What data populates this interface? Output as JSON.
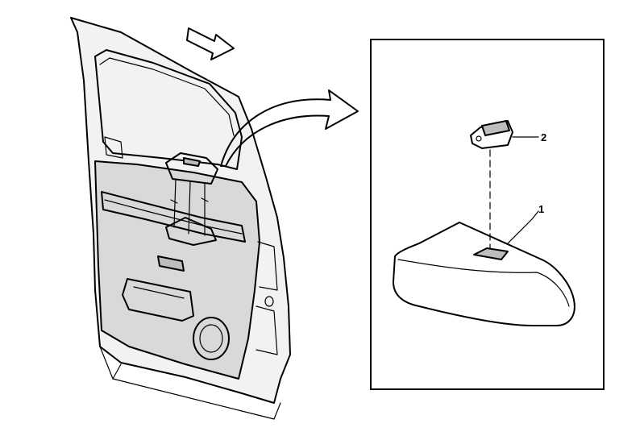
{
  "callouts": [
    {
      "id": "1",
      "label": "1"
    },
    {
      "id": "2",
      "label": "2"
    }
  ],
  "colors": {
    "ink": "#000000",
    "panel": "#f2f2f2",
    "shade": "#d9d9d9",
    "background": "#ffffff"
  },
  "icons": {
    "direction_arrow": "arrow-right-icon",
    "view_arrow": "curved-arrow-icon"
  }
}
